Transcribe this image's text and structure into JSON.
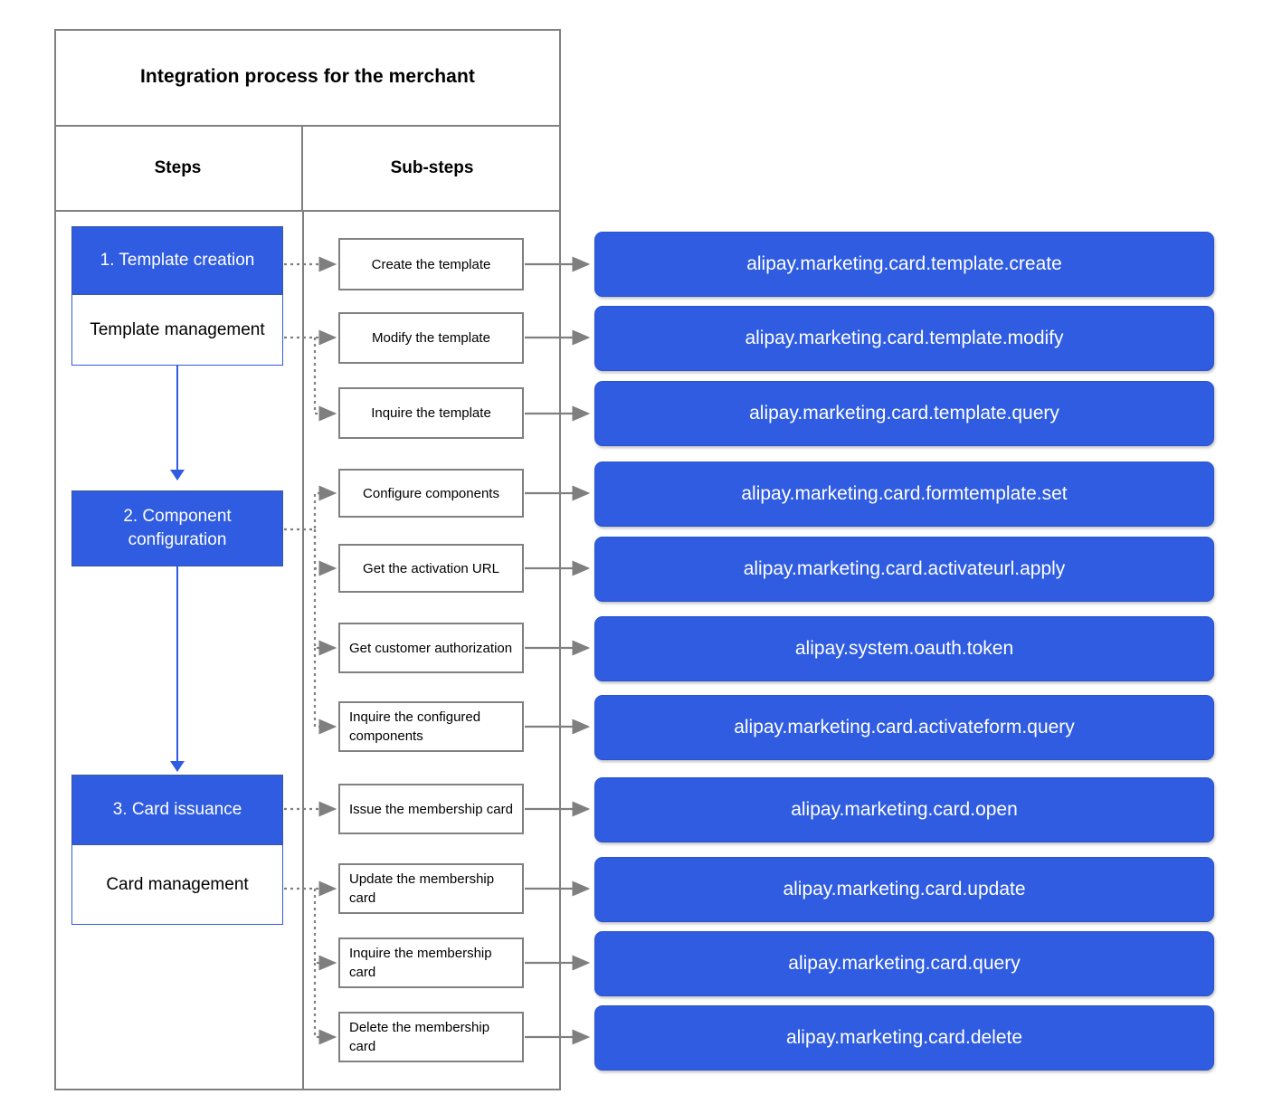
{
  "table": {
    "title": "Integration process for the merchant",
    "columns": [
      "Steps",
      "Sub-steps"
    ]
  },
  "steps": [
    {
      "head": "1. Template creation",
      "sub": "Template management"
    },
    {
      "head": "2. Component configuration",
      "sub": ""
    },
    {
      "head": "3. Card issuance",
      "sub": "Card management"
    }
  ],
  "rows": [
    {
      "substep": "Create the template",
      "api": "alipay.marketing.card.template.create"
    },
    {
      "substep": "Modify the template",
      "api": "alipay.marketing.card.template.modify"
    },
    {
      "substep": "Inquire the template",
      "api": "alipay.marketing.card.template.query"
    },
    {
      "substep": "Configure components",
      "api": "alipay.marketing.card.formtemplate.set"
    },
    {
      "substep": "Get the activation URL",
      "api": "alipay.marketing.card.activateurl.apply"
    },
    {
      "substep": "Get customer authorization",
      "api": "alipay.system.oauth.token"
    },
    {
      "substep": "Inquire the configured components",
      "api": "alipay.marketing.card.activateform.query"
    },
    {
      "substep": "Issue the membership card",
      "api": "alipay.marketing.card.open"
    },
    {
      "substep": "Update the membership card",
      "api": "alipay.marketing.card.update"
    },
    {
      "substep": "Inquire the membership card",
      "api": "alipay.marketing.card.query"
    },
    {
      "substep": "Delete the membership card",
      "api": "alipay.marketing.card.delete"
    }
  ],
  "colors": {
    "brand_blue": "#2f5ce0",
    "frame_gray": "#808080",
    "connector_gray": "#7f7f7f",
    "text_dark": "#000000",
    "text_light": "#ffffff"
  }
}
